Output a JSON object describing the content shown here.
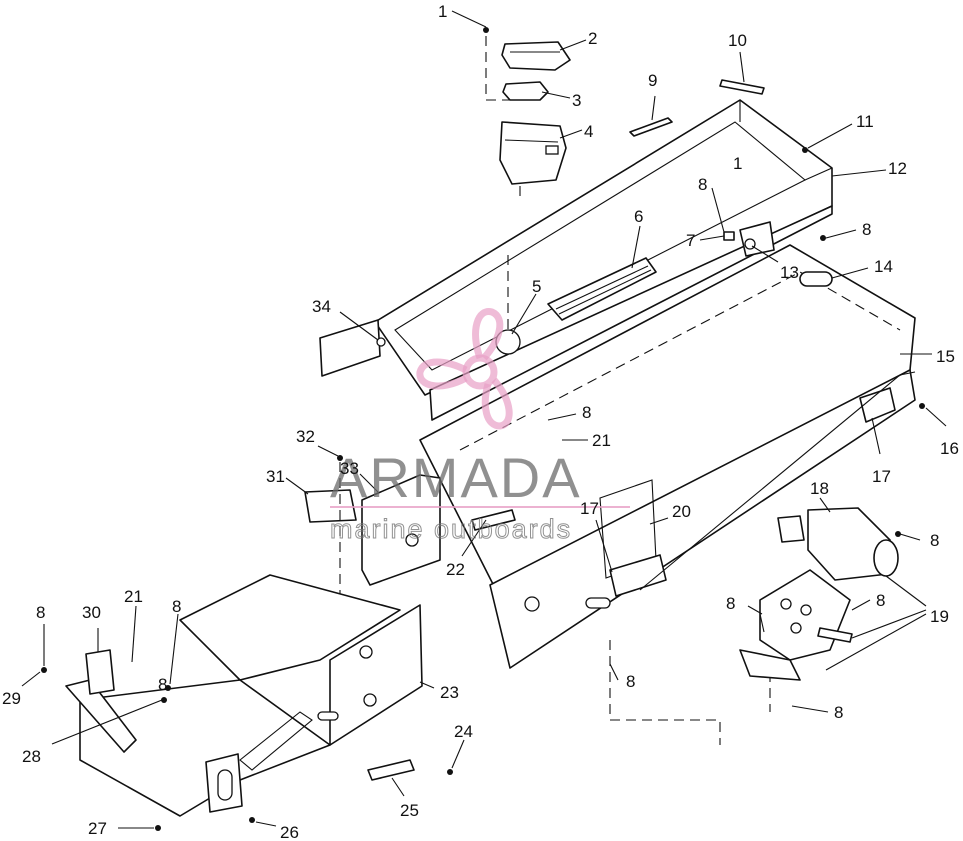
{
  "watermark": {
    "brand": "ARMADA",
    "tagline": "marine outboards",
    "mark_color": "#e8a0c6",
    "text_color": "#6b6b6b",
    "logo_icon": "propeller-icon"
  },
  "callouts": [
    {
      "id": "c1a",
      "text": "1"
    },
    {
      "id": "c1b",
      "text": "1"
    },
    {
      "id": "c2",
      "text": "2"
    },
    {
      "id": "c3",
      "text": "3"
    },
    {
      "id": "c4",
      "text": "4"
    },
    {
      "id": "c5",
      "text": "5"
    },
    {
      "id": "c6",
      "text": "6"
    },
    {
      "id": "c7",
      "text": "7"
    },
    {
      "id": "c8a",
      "text": "8"
    },
    {
      "id": "c8b",
      "text": "8"
    },
    {
      "id": "c8c",
      "text": "8"
    },
    {
      "id": "c8d",
      "text": "8"
    },
    {
      "id": "c8e",
      "text": "8"
    },
    {
      "id": "c8f",
      "text": "8"
    },
    {
      "id": "c8g",
      "text": "8"
    },
    {
      "id": "c8h",
      "text": "8"
    },
    {
      "id": "c8i",
      "text": "8"
    },
    {
      "id": "c8j",
      "text": "8"
    },
    {
      "id": "c8k",
      "text": "8"
    },
    {
      "id": "c9",
      "text": "9"
    },
    {
      "id": "c10",
      "text": "10"
    },
    {
      "id": "c11",
      "text": "11"
    },
    {
      "id": "c12",
      "text": "12"
    },
    {
      "id": "c13",
      "text": "13"
    },
    {
      "id": "c14",
      "text": "14"
    },
    {
      "id": "c15",
      "text": "15"
    },
    {
      "id": "c16",
      "text": "16"
    },
    {
      "id": "c17a",
      "text": "17"
    },
    {
      "id": "c17b",
      "text": "17"
    },
    {
      "id": "c18",
      "text": "18"
    },
    {
      "id": "c19",
      "text": "19"
    },
    {
      "id": "c20",
      "text": "20"
    },
    {
      "id": "c21a",
      "text": "21"
    },
    {
      "id": "c21b",
      "text": "21"
    },
    {
      "id": "c22",
      "text": "22"
    },
    {
      "id": "c23",
      "text": "23"
    },
    {
      "id": "c24",
      "text": "24"
    },
    {
      "id": "c25",
      "text": "25"
    },
    {
      "id": "c26",
      "text": "26"
    },
    {
      "id": "c27",
      "text": "27"
    },
    {
      "id": "c28",
      "text": "28"
    },
    {
      "id": "c29",
      "text": "29"
    },
    {
      "id": "c30",
      "text": "30"
    },
    {
      "id": "c31",
      "text": "31"
    },
    {
      "id": "c32",
      "text": "32"
    },
    {
      "id": "c33",
      "text": "33"
    },
    {
      "id": "c34",
      "text": "34"
    }
  ]
}
